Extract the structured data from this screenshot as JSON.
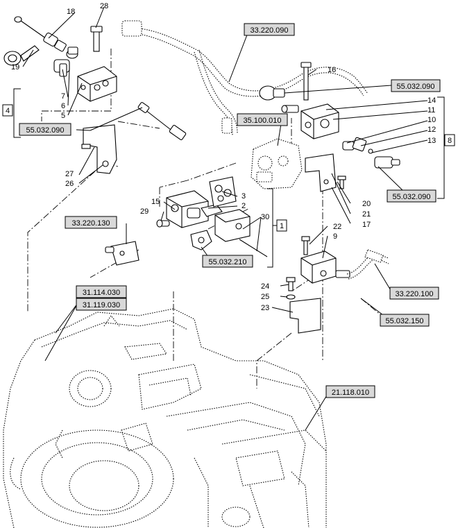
{
  "callouts": {
    "c1": "1",
    "c2": "2",
    "c3": "3",
    "c4": "4",
    "c5": "5",
    "c6": "6",
    "c7": "7",
    "c8": "8",
    "c9": "9",
    "c10": "10",
    "c11": "11",
    "c12": "12",
    "c13": "13",
    "c14": "14",
    "c15": "15",
    "c16": "16",
    "c17": "17",
    "c18": "18",
    "c19": "19",
    "c20": "20",
    "c21": "21",
    "c22": "22",
    "c23": "23",
    "c24": "24",
    "c25": "25",
    "c26": "26",
    "c27": "27",
    "c28": "28",
    "c29": "29",
    "c30": "30"
  },
  "references": {
    "r_33220090": "33.220.090",
    "r_55032090_a": "55.032.090",
    "r_55032090_b": "55.032.090",
    "r_55032090_c": "55.032.090",
    "r_35100010": "35.100.010",
    "r_33220130": "33.220.130",
    "r_55032210": "55.032.210",
    "r_33220100": "33.220.100",
    "r_55032150": "55.032.150",
    "r_31114030": "31.114.030",
    "r_31119030": "31.119.030",
    "r_21118010": "21.118.010"
  },
  "group_boxes": {
    "g1": "1",
    "g4": "4",
    "g8": "8"
  }
}
